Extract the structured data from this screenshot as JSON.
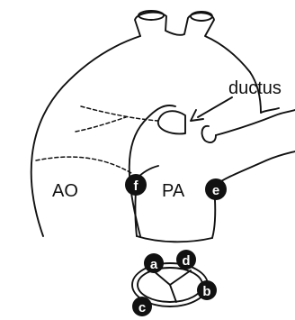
{
  "labels": {
    "aorta": "AO",
    "pulmonary_artery": "PA",
    "ductus": "ductus"
  },
  "markers": {
    "a": "a",
    "b": "b",
    "c": "c",
    "d": "d",
    "e": "e",
    "f": "f"
  },
  "colors": {
    "ink": "#111111",
    "paper": "#ffffff",
    "badge_text": "#ffffff"
  }
}
